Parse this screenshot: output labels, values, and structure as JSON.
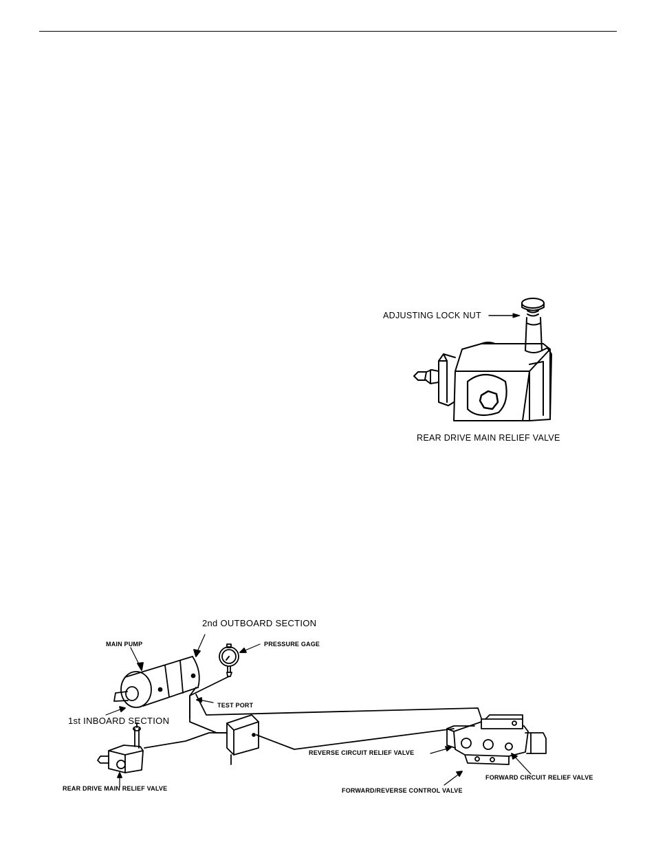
{
  "figure1": {
    "label_lock_nut": "ADJUSTING LOCK NUT",
    "caption": "REAR DRIVE MAIN RELIEF VALVE"
  },
  "figure2": {
    "label_outboard": "2nd OUTBOARD SECTION",
    "label_main_pump": "MAIN PUMP",
    "label_pressure_gage": "PRESSURE GAGE",
    "label_test_port": "TEST PORT",
    "label_inboard": "1st INBOARD SECTION",
    "label_rear_relief": "REAR DRIVE MAIN RELIEF VALVE",
    "label_reverse_relief": "REVERSE CIRCUIT RELIEF VALVE",
    "label_forward_relief": "FORWARD CIRCUIT RELIEF VALVE",
    "label_control_valve": "FORWARD/REVERSE CONTROL VALVE"
  }
}
